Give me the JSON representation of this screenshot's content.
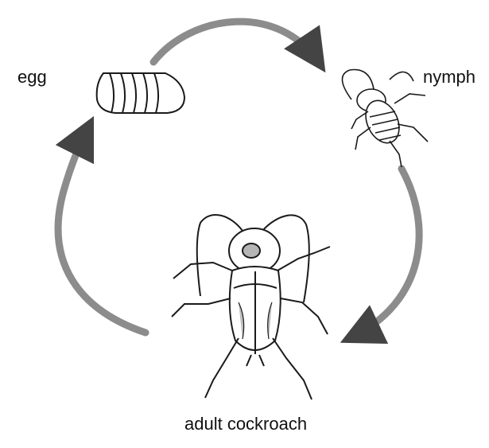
{
  "diagram": {
    "stages": {
      "egg": "egg",
      "nymph": "nymph",
      "adult": "adult cockroach"
    },
    "colors": {
      "arrow": "#8c8c8c",
      "arrow_edge": "#555555",
      "ink": "#1a1a1a"
    },
    "icons": [
      "egg-icon",
      "nymph-icon",
      "adult-cockroach-icon"
    ]
  }
}
